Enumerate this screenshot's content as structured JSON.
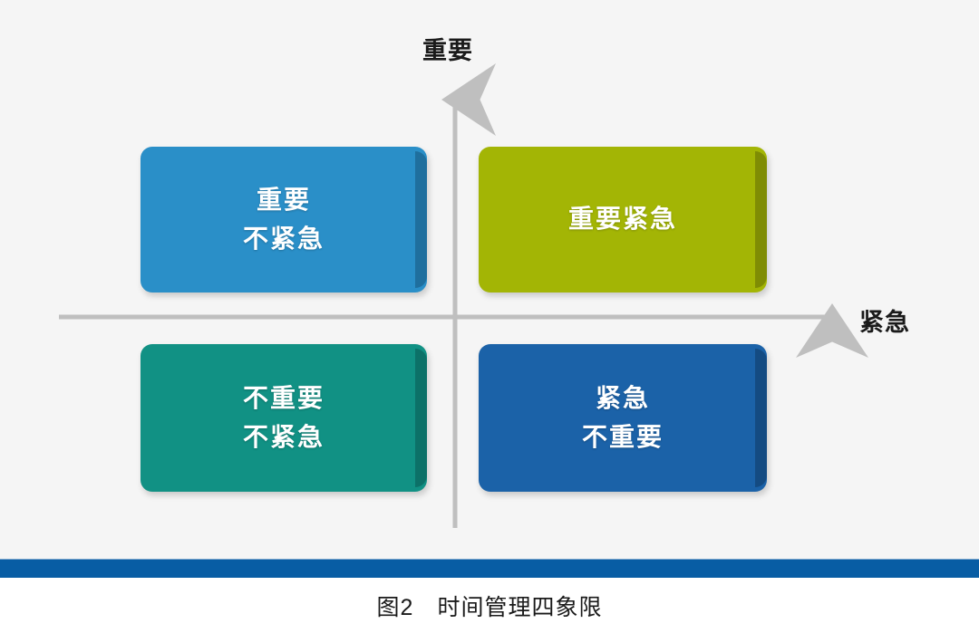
{
  "figure": {
    "caption": "图2　时间管理四象限",
    "axes": {
      "vertical_label": "重要",
      "horizontal_label": "紧急",
      "axis_color": "#bfbfbf"
    },
    "quadrants": [
      {
        "name": "important-not-urgent",
        "position": "top-left",
        "lines": "重要\n不紧急",
        "color": "#2a8fc8",
        "bevel_color": "#1f6f9e"
      },
      {
        "name": "important-urgent",
        "position": "top-right",
        "lines": "重要紧急",
        "color": "#a3b505",
        "bevel_color": "#7f8c04"
      },
      {
        "name": "not-important-not-urgent",
        "position": "bottom-left",
        "lines": "不重要\n不紧急",
        "color": "#119184",
        "bevel_color": "#0c7168"
      },
      {
        "name": "urgent-not-important",
        "position": "bottom-right",
        "lines": "紧急\n不重要",
        "color": "#1b62a8",
        "bevel_color": "#144b82"
      }
    ],
    "bottom_rule_color": "#085da4",
    "background_color": "#f5f5f5"
  }
}
